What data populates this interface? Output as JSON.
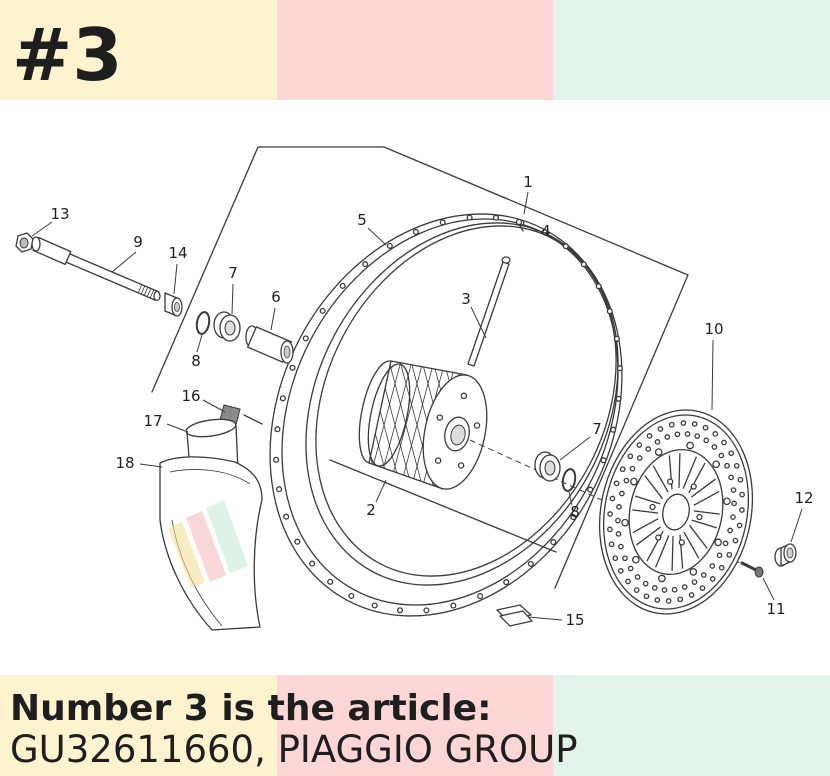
{
  "colors": {
    "band_yellow": "#fdf3cf",
    "band_pink": "#fcd7d5",
    "band_mint": "#e3f4ec",
    "text": "#1e1e1e",
    "line": "#3a3a3a"
  },
  "header": {
    "part_number": "#3"
  },
  "diagram": {
    "callouts": [
      "1",
      "2",
      "3",
      "4",
      "5",
      "6",
      "7",
      "7",
      "8",
      "8",
      "9",
      "10",
      "11",
      "12",
      "13",
      "14",
      "15",
      "16",
      "17",
      "18"
    ]
  },
  "footer": {
    "heading": "Number 3 is the article:",
    "article": "GU32611660, PIAGGIO GROUP"
  }
}
